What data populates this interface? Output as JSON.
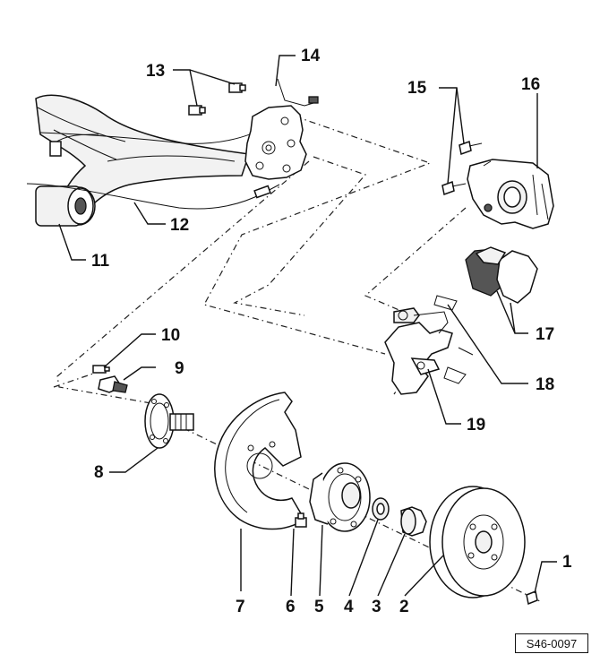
{
  "labels": {
    "1": "1",
    "2": "2",
    "3": "3",
    "4": "4",
    "5": "5",
    "6": "6",
    "7": "7",
    "8": "8",
    "9": "9",
    "10": "10",
    "11": "11",
    "12": "12",
    "13": "13",
    "14": "14",
    "15": "15",
    "16": "16",
    "17": "17",
    "18": "18",
    "19": "19"
  },
  "reference_code": "S46-0097"
}
